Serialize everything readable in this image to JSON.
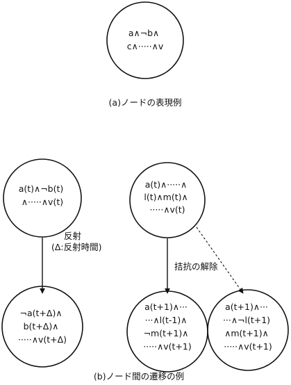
{
  "figure_a": {
    "node": {
      "lines": [
        "a∧¬b∧",
        "c∧·····∧v"
      ]
    },
    "caption": "(a)ノードの表現例"
  },
  "figure_b": {
    "node_reflex_source": {
      "lines": [
        "a(t)∧¬b(t)",
        "∧·····∧v(t)"
      ]
    },
    "node_reflex_target": {
      "lines": [
        "¬a(t+Δ)∧",
        "b(t+Δ)∧",
        "·····∧v(t+Δ)"
      ]
    },
    "node_release_source": {
      "lines": [
        "a(t)∧·····∧",
        "l(t)∧m(t)∧",
        "·····∧v(t)"
      ]
    },
    "node_release_target1": {
      "lines": [
        "a(t+1)∧···",
        "···∧l(t-1)∧",
        "¬m(t+1)∧",
        "·····∧v(t+1)"
      ]
    },
    "node_release_target2": {
      "lines": [
        "a(t+1)∧···",
        "···∧¬l(t+1)",
        "∧m(t+1)∧",
        "·····∧v(t+1)"
      ]
    },
    "edge_reflex": {
      "label_line1": "反射",
      "label_line2": "(Δ:反射時間)"
    },
    "edge_release": {
      "label": "拮抗の解除"
    },
    "caption": "(b)ノード間の遷移の例"
  }
}
